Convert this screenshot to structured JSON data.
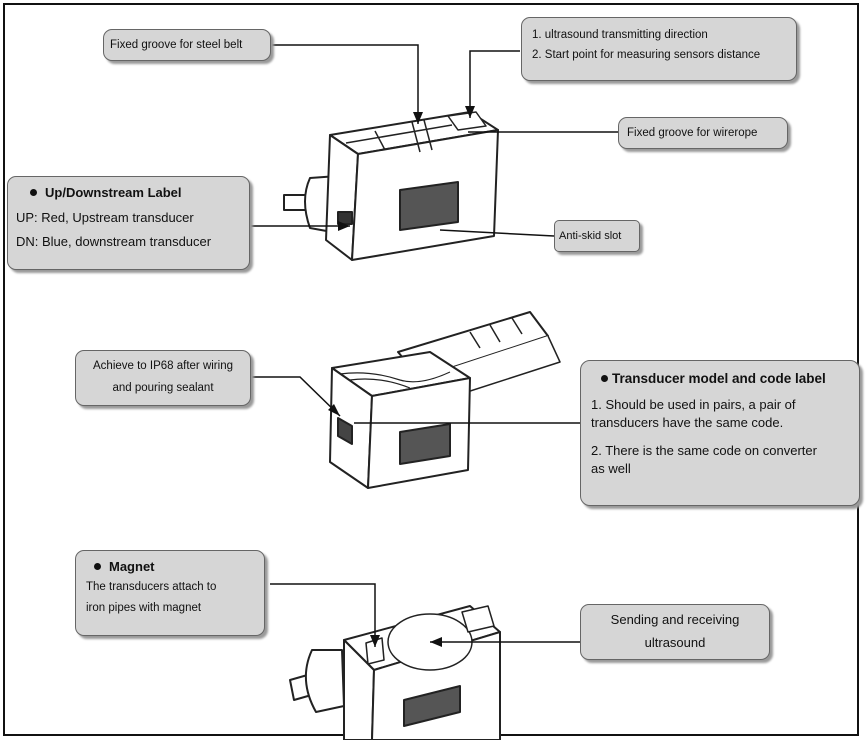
{
  "callouts": {
    "steel_belt": "Fixed groove for steel belt",
    "ultrasound_dir": {
      "line1": "1. ultrasound transmitting direction",
      "line2": "2. Start point for measuring sensors distance"
    },
    "wirerope": "Fixed groove for wirerope",
    "updown": {
      "title": "Up/Downstream Label",
      "line1": "UP: Red, Upstream transducer",
      "line2": "DN: Blue, downstream transducer"
    },
    "anti_skid": "Anti-skid slot",
    "ip68": {
      "line1": "Achieve to IP68 after wiring",
      "line2": "and pouring sealant"
    },
    "model_label": {
      "title": "Transducer model and code label",
      "line1": "1. Should be used in pairs, a pair of",
      "line2": "transducers have the same code.",
      "line3": "2. There is the same code on converter",
      "line4": "as well"
    },
    "magnet": {
      "title": "Magnet",
      "line1": "The transducers attach to",
      "line2": "iron pipes with magnet"
    },
    "sending": {
      "line1": "Sending and receiving",
      "line2": "ultrasound"
    }
  }
}
